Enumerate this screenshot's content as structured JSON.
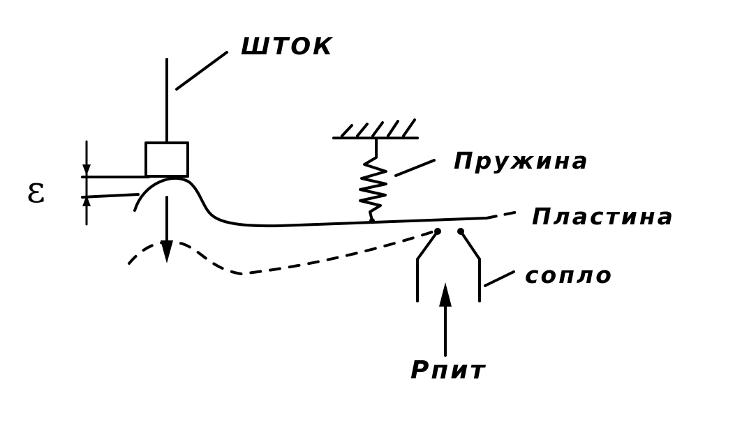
{
  "labels": {
    "rod": "ШТОК",
    "spring": "Пружина",
    "plate": "Пластина",
    "nozzle": "сопло",
    "supply_pressure": "Рпит",
    "gap": "ε"
  },
  "colors": {
    "ink": "#000000",
    "background": "#ffffff"
  }
}
